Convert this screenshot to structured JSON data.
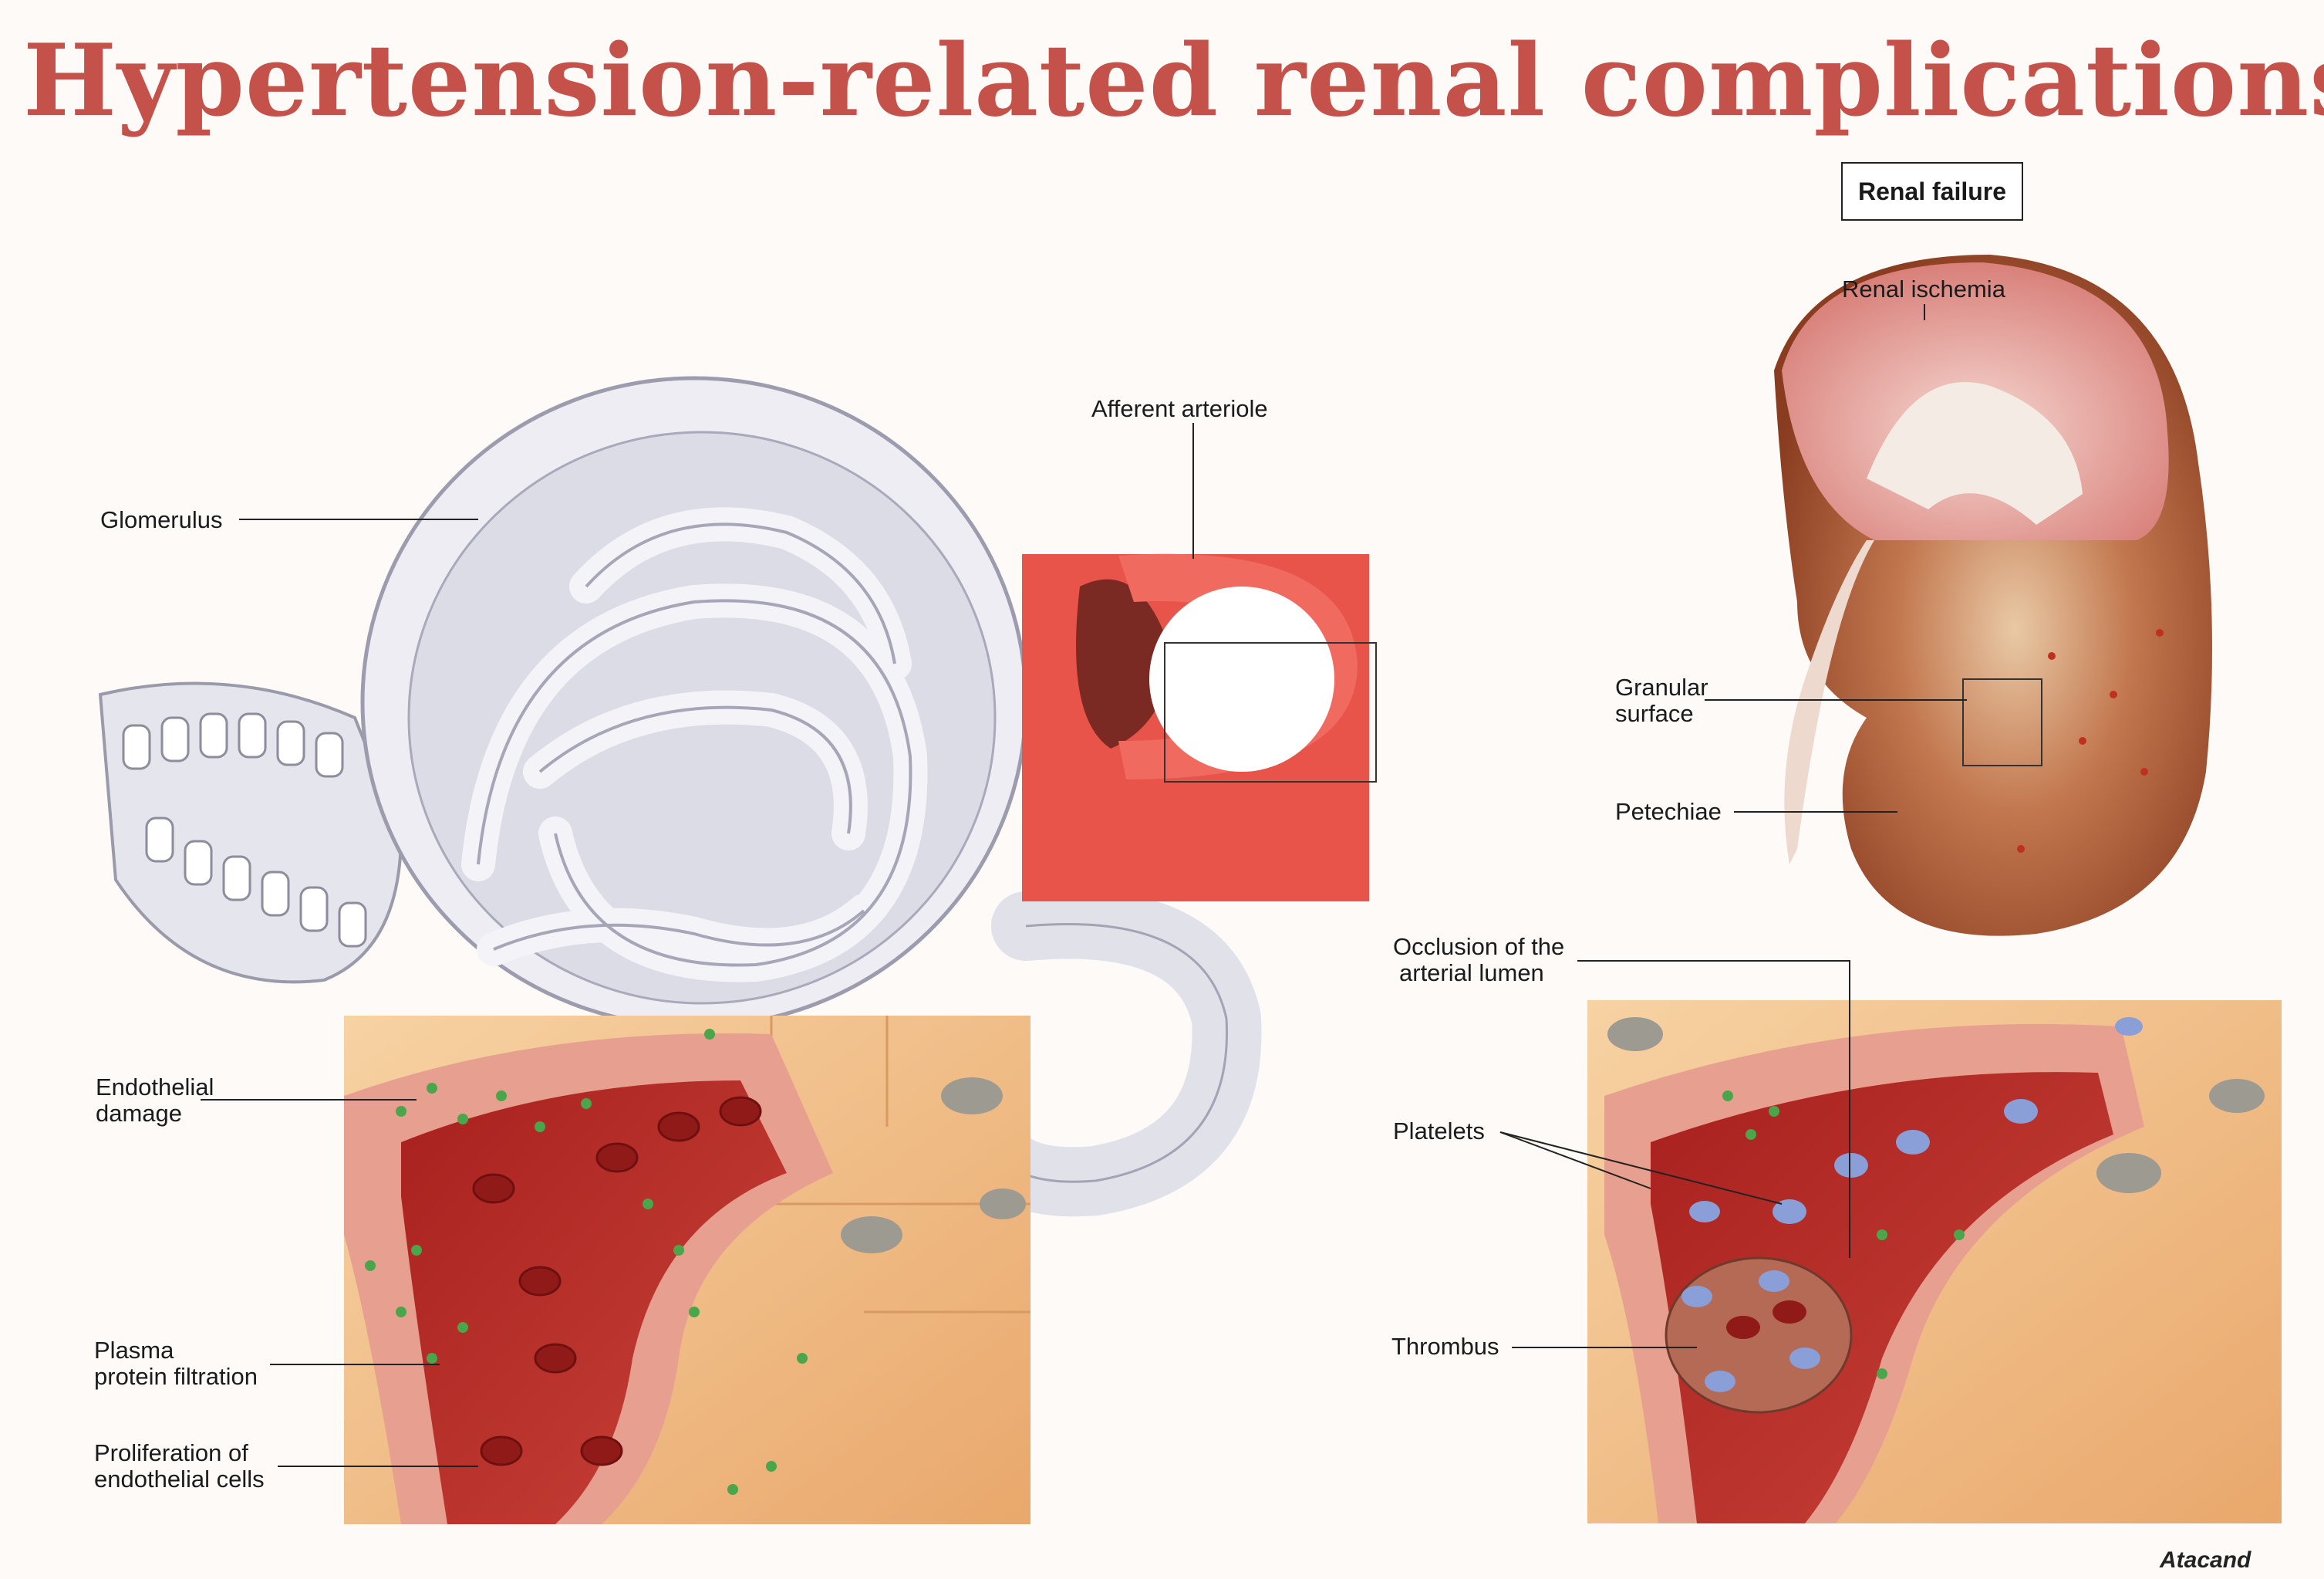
{
  "title": "Hypertension-related renal complications",
  "labels": {
    "glomerulus": "Glomerulus",
    "afferent_arteriole": "Afferent arteriole",
    "renal_failure": "Renal failure",
    "renal_ischemia": "Renal ischemia",
    "granular_surface_line1": "Granular",
    "granular_surface_line2": "surface",
    "petechiae": "Petechiae",
    "occlusion_line1": "Occlusion of the",
    "occlusion_line2": "arterial lumen",
    "platelets": "Platelets",
    "thrombus": "Thrombus",
    "endothelial_damage_line1": "Endothelial",
    "endothelial_damage_line2": "damage",
    "plasma_line1": "Plasma",
    "plasma_line2": "protein filtration",
    "proliferation_line1": "Proliferation of",
    "proliferation_line2": "endothelial cells"
  },
  "brand": "Atacand",
  "colors": {
    "title": "#c5524a",
    "arteriole_red": "#e8534a",
    "vessel_wall": "#b8322e",
    "tissue": "#f2c08e",
    "kidney_brown": "#9c4a2a",
    "glomerulus_grey": "#d9d9e4"
  }
}
